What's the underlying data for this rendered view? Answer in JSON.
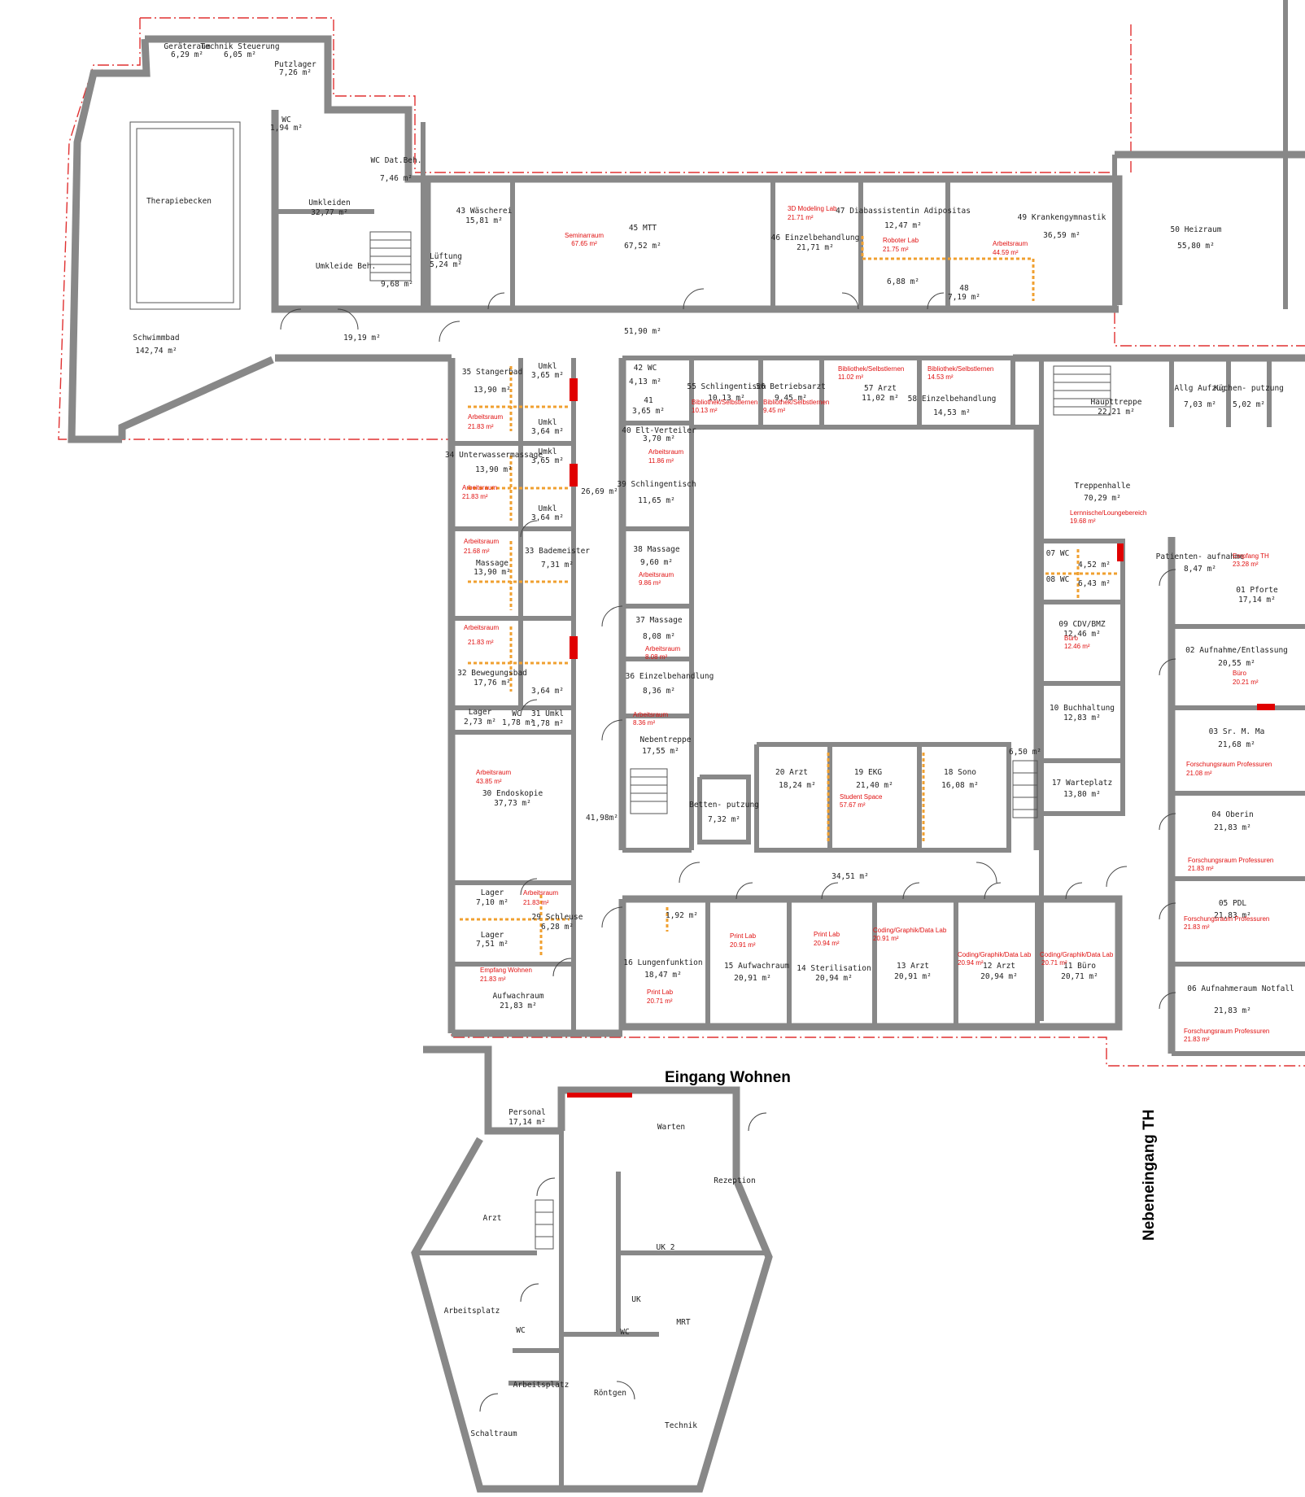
{
  "entrances": {
    "eingang_wohnen": "Eingang Wohnen",
    "nebeneingang_th": "Nebeneingang TH"
  },
  "rooms": [
    {
      "id": "geraeteraum",
      "name": "Geräteraum",
      "area": "6,29 m²"
    },
    {
      "id": "technik",
      "name": "Technik Steuerung",
      "area": "6,05 m²"
    },
    {
      "id": "putzlager",
      "name": "Putzlager",
      "area": "7,26 m²"
    },
    {
      "id": "wc-dusche",
      "name": "WC",
      "area": "1,94 m²"
    },
    {
      "id": "wc-beh",
      "name": "WC Dat.Beh.",
      "area": "7,46 m²"
    },
    {
      "id": "umkleiden",
      "name": "Umkleiden",
      "area": "32,77 m²"
    },
    {
      "id": "umkleide-beh",
      "name": "Umkleide Beh.",
      "area": ""
    },
    {
      "id": "treppe-nw",
      "name": "",
      "area": "9,68 m²"
    },
    {
      "id": "flur-schwimm",
      "name": "",
      "area": "19,19 m²"
    },
    {
      "id": "therapiebecken",
      "name": "Therapiebecken",
      "area": ""
    },
    {
      "id": "schwimmbad",
      "name": "Schwimmbad",
      "area": "142,74 m²"
    },
    {
      "id": "luftung",
      "name": "Lüftung",
      "area": "5,24 m²"
    },
    {
      "id": "r43",
      "name": "43 Wäscherei",
      "area": "15,81 m²"
    },
    {
      "id": "r45",
      "name": "45 MTT",
      "area": "67,52 m²"
    },
    {
      "id": "r46",
      "name": "46 Einzelbehandlung",
      "area": "21,71 m²"
    },
    {
      "id": "r47",
      "name": "47 Diabassistentin Adipositas",
      "area": "12,47 m²"
    },
    {
      "id": "r47b",
      "name": "",
      "area": "6,88 m²"
    },
    {
      "id": "r48",
      "name": "48",
      "area": "7,19 m²"
    },
    {
      "id": "r49",
      "name": "49 Krankengymnastik",
      "area": "36,59 m²"
    },
    {
      "id": "r50",
      "name": "50 Heizraum",
      "area": "55,80 m²"
    },
    {
      "id": "flur-nord",
      "name": "",
      "area": "51,90 m²"
    },
    {
      "id": "r35",
      "name": "35 Stangerbad",
      "area": "13,90 m²"
    },
    {
      "id": "r34",
      "name": "34 Unterwassermassage",
      "area": "13,90 m²"
    },
    {
      "id": "r33",
      "name": "33 Bademeister",
      "area": "7,31 m²"
    },
    {
      "id": "massage-w",
      "name": "Massage",
      "area": "13,90 m²"
    },
    {
      "id": "r32",
      "name": "32 Bewegungsbad",
      "area": "17,76 m²"
    },
    {
      "id": "umkl1",
      "name": "Umkl",
      "area": "3,65 m²"
    },
    {
      "id": "umkl2",
      "name": "Umkl",
      "area": "3,64 m²"
    },
    {
      "id": "umkl3",
      "name": "Umkl",
      "area": "3,65 m²"
    },
    {
      "id": "umkl4",
      "name": "Umkl",
      "area": "3,64 m²"
    },
    {
      "id": "umkl5",
      "name": "",
      "area": "3,64 m²"
    },
    {
      "id": "flur-west",
      "name": "",
      "area": "26,69 m²"
    },
    {
      "id": "lager-a",
      "name": "Lager",
      "area": "2,73 m²"
    },
    {
      "id": "wc-a",
      "name": "WC",
      "area": "1,78 m²"
    },
    {
      "id": "r31",
      "name": "31 Umkl",
      "area": "1,78 m²"
    },
    {
      "id": "r30",
      "name": "30 Endoskopie",
      "area": "37,73 m²"
    },
    {
      "id": "lager-b",
      "name": "Lager",
      "area": "7,10 m²"
    },
    {
      "id": "lager-c",
      "name": "Lager",
      "area": "7,51 m²"
    },
    {
      "id": "r29",
      "name": "29 Schleuse",
      "area": "6,28 m²"
    },
    {
      "id": "aufwachraum-w",
      "name": "Aufwachraum",
      "area": "21,83 m²"
    },
    {
      "id": "flur-w2",
      "name": "",
      "area": "41,98m²"
    },
    {
      "id": "r42",
      "name": "42 WC",
      "area": "4,13 m²"
    },
    {
      "id": "r41",
      "name": "41",
      "area": "3,65 m²"
    },
    {
      "id": "r40",
      "name": "40 Elt-Verteiler",
      "area": "3,70 m²"
    },
    {
      "id": "r39",
      "name": "39 Schlingentisch",
      "area": "11,65 m²"
    },
    {
      "id": "r38",
      "name": "38 Massage",
      "area": "9,60 m²"
    },
    {
      "id": "r37",
      "name": "37 Massage",
      "area": "8,08 m²"
    },
    {
      "id": "r36",
      "name": "36 Einzelbehandlung",
      "area": "8,36 m²"
    },
    {
      "id": "nebentreppe",
      "name": "Nebentreppe",
      "area": "17,55 m²"
    },
    {
      "id": "bettenputz",
      "name": "Betten- putzung",
      "area": "7,32 m²"
    },
    {
      "id": "r55",
      "name": "55 Schlingentisch",
      "area": "10,13 m²"
    },
    {
      "id": "r56",
      "name": "56 Betriebsarzt",
      "area": "9,45 m²"
    },
    {
      "id": "r57",
      "name": "57 Arzt",
      "area": "11,02 m²"
    },
    {
      "id": "r58",
      "name": "58 Einzelbehandlung",
      "area": "14,53 m²"
    },
    {
      "id": "haupttreppe",
      "name": "Haupttreppe",
      "area": "22,21 m²"
    },
    {
      "id": "allg-aufzug",
      "name": "Allg Aufzug",
      "area": "7,03 m²"
    },
    {
      "id": "kuechen",
      "name": "Küchen- putzung",
      "area": "5,02 m²"
    },
    {
      "id": "treppenhalle",
      "name": "Treppenhalle",
      "area": "70,29 m²"
    },
    {
      "id": "r07",
      "name": "07 WC",
      "area": "4,52 m²"
    },
    {
      "id": "r08",
      "name": "08 WC",
      "area": "6,43 m²"
    },
    {
      "id": "r09",
      "name": "09 CDV/BMZ",
      "area": "12,46 m²"
    },
    {
      "id": "r10",
      "name": "10 Buchhaltung",
      "area": "12,83 m²"
    },
    {
      "id": "r17",
      "name": "17 Warteplatz",
      "area": "13,80 m²"
    },
    {
      "id": "patient-aufnahme",
      "name": "Patienten- aufnahme",
      "area": "8,47 m²"
    },
    {
      "id": "r01",
      "name": "01 Pforte",
      "area": "17,14 m²"
    },
    {
      "id": "r02",
      "name": "02 Aufnahme/Entlassung",
      "area": "20,55 m²"
    },
    {
      "id": "r03",
      "name": "03 Sr. M. Ma",
      "area": "21,68 m²"
    },
    {
      "id": "r04",
      "name": "04 Oberin",
      "area": "21,83 m²"
    },
    {
      "id": "r05",
      "name": "05 PDL",
      "area": "21,83 m²"
    },
    {
      "id": "r06",
      "name": "06 Aufnahmeraum Notfall",
      "area": "21,83 m²"
    },
    {
      "id": "r20",
      "name": "20 Arzt",
      "area": "18,24 m²"
    },
    {
      "id": "r19",
      "name": "19 EKG",
      "area": "21,40 m²"
    },
    {
      "id": "r18",
      "name": "18 Sono",
      "area": "16,08 m²"
    },
    {
      "id": "r18b",
      "name": "",
      "area": "6,50 m²"
    },
    {
      "id": "flur-sued",
      "name": "",
      "area": "34,51 m²"
    },
    {
      "id": "r16",
      "name": "16 Lungenfunktion",
      "area": "18,47 m²"
    },
    {
      "id": "r16b",
      "name": "",
      "area": "1,92 m²"
    },
    {
      "id": "r15",
      "name": "15 Aufwachraum",
      "area": "20,91 m²"
    },
    {
      "id": "r14",
      "name": "14 Sterilisation",
      "area": "20,94 m²"
    },
    {
      "id": "r13",
      "name": "13 Arzt",
      "area": "20,91 m²"
    },
    {
      "id": "r12",
      "name": "12 Arzt",
      "area": "20,94 m²"
    },
    {
      "id": "r11",
      "name": "11 Büro",
      "area": "20,71 m²"
    },
    {
      "id": "personal",
      "name": "Personal",
      "area": "17,14 m²"
    },
    {
      "id": "warten",
      "name": "Warten",
      "area": ""
    },
    {
      "id": "rezeption",
      "name": "Rezeption",
      "area": ""
    },
    {
      "id": "arzt-s",
      "name": "Arzt",
      "area": ""
    },
    {
      "id": "uk2",
      "name": "UK 2",
      "area": ""
    },
    {
      "id": "uk",
      "name": "UK",
      "area": ""
    },
    {
      "id": "mrt",
      "name": "MRT",
      "area": ""
    },
    {
      "id": "wc-s1",
      "name": "WC",
      "area": ""
    },
    {
      "id": "wc-s2",
      "name": "WC",
      "area": ""
    },
    {
      "id": "arbeitsplatz1",
      "name": "Arbeitsplatz",
      "area": ""
    },
    {
      "id": "arbeitsplatz2",
      "name": "Arbeitsplatz",
      "area": ""
    },
    {
      "id": "roentgen",
      "name": "Röntgen",
      "area": ""
    },
    {
      "id": "schaltraum",
      "name": "Schaltraum",
      "area": ""
    },
    {
      "id": "technik-s",
      "name": "Technik",
      "area": ""
    }
  ],
  "annotations": [
    {
      "id": "a-seminar",
      "label": "Seminarraum",
      "area": "67.65 m²"
    },
    {
      "id": "a-3dmod",
      "label": "3D Modeling Lab",
      "area": "21.71 m²"
    },
    {
      "id": "a-robot",
      "label": "Roboter Lab",
      "area": "21.75 m²"
    },
    {
      "id": "a-arb49",
      "label": "Arbeitsraum",
      "area": "44.59 m²"
    },
    {
      "id": "a-arb35",
      "label": "Arbeitsraum",
      "area": "21.83 m²"
    },
    {
      "id": "a-arb34",
      "label": "Arbeitsraum",
      "area": "21.83 m²"
    },
    {
      "id": "a-arb33",
      "label": "Arbeitsraum",
      "area": "21.68 m²"
    },
    {
      "id": "a-arb32",
      "label": "Arbeitsraum",
      "area": "21.83 m²"
    },
    {
      "id": "a-arb30",
      "label": "Arbeitsraum",
      "area": "43.85 m²"
    },
    {
      "id": "a-arb29",
      "label": "Arbeitsraum",
      "area": "21.83 m²"
    },
    {
      "id": "a-empfw",
      "label": "Empfang Wohnen",
      "area": "21.83 m²"
    },
    {
      "id": "a-arb39",
      "label": "Arbeitsraum",
      "area": "11.86 m²"
    },
    {
      "id": "a-arb38",
      "label": "Arbeitsraum",
      "area": "9.86 m²"
    },
    {
      "id": "a-arb37",
      "label": "Arbeitsraum",
      "area": "8.08 m²"
    },
    {
      "id": "a-arb36",
      "label": "Arbeitsraum",
      "area": "8.36 m²"
    },
    {
      "id": "a-bib55",
      "label": "Bibliothek/Selbstlernen",
      "area": "10.13 m²"
    },
    {
      "id": "a-bib56",
      "label": "Bibliothek/Selbstlernen",
      "area": "9.45 m²"
    },
    {
      "id": "a-bib57",
      "label": "Bibliothek/Selbstlernen",
      "area": "11.02 m²"
    },
    {
      "id": "a-bib58",
      "label": "Bibliothek/Selbstlernen",
      "area": "14.53 m²"
    },
    {
      "id": "a-lounge",
      "label": "Lernnische/Loungebereich",
      "area": "19.68 m²"
    },
    {
      "id": "a-buero09",
      "label": "Büro",
      "area": "12.46 m²"
    },
    {
      "id": "a-empfth",
      "label": "Empfang TH",
      "area": "23.28 m²"
    },
    {
      "id": "a-buero02",
      "label": "Büro",
      "area": "20.21 m²"
    },
    {
      "id": "a-fp03",
      "label": "Forschungsraum Professuren",
      "area": "21.08 m²"
    },
    {
      "id": "a-fp04",
      "label": "Forschungsraum Professuren",
      "area": "21.83 m²"
    },
    {
      "id": "a-fp05",
      "label": "Forschungsraum Professuren",
      "area": "21.83 m²"
    },
    {
      "id": "a-fp06",
      "label": "Forschungsraum Professuren",
      "area": "21.83 m²"
    },
    {
      "id": "a-student",
      "label": "Student Space",
      "area": "57.67 m²"
    },
    {
      "id": "a-print16",
      "label": "Print Lab",
      "area": "20.71 m²"
    },
    {
      "id": "a-print15",
      "label": "Print Lab",
      "area": "20.91 m²"
    },
    {
      "id": "a-print14",
      "label": "Print Lab",
      "area": "20.94 m²"
    },
    {
      "id": "a-cg13",
      "label": "Coding/Graphik/Data Lab",
      "area": "20.91 m²"
    },
    {
      "id": "a-cg12",
      "label": "Coding/Graphik/Data Lab",
      "area": "20.94 m²"
    },
    {
      "id": "a-cg11",
      "label": "Coding/Graphik/Data Lab",
      "area": "20.71 m²"
    }
  ],
  "colors": {
    "wall": "#888888",
    "boundary": "#e03030",
    "annotation_text": "#e01010",
    "route": "#f0a030",
    "fire_door": "#e00000"
  }
}
